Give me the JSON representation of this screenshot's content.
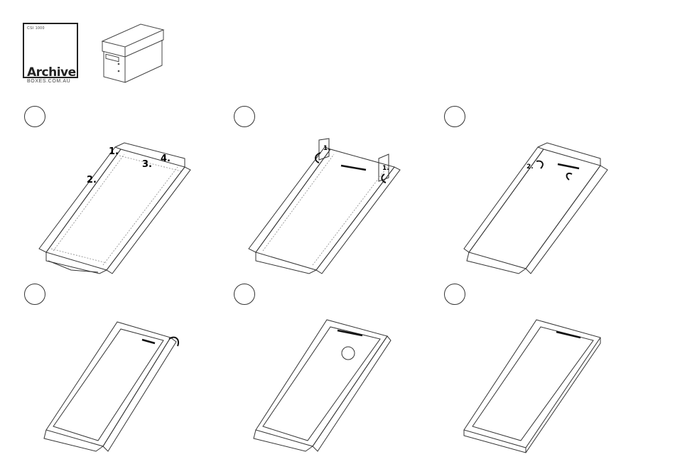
{
  "logo": {
    "code": "CSI 1000",
    "word": "Archive",
    "sub": "BOXES.COM.AU"
  },
  "steps": [
    {
      "labels": [
        "1.",
        "2.",
        "3.",
        "4."
      ]
    },
    {
      "labels": [
        "1.",
        "1."
      ]
    },
    {
      "labels": [
        "2."
      ]
    },
    {
      "labels": []
    },
    {
      "labels": []
    },
    {
      "labels": []
    }
  ],
  "colors": {
    "line": "#333333",
    "fold": "#888888",
    "background": "#ffffff"
  }
}
